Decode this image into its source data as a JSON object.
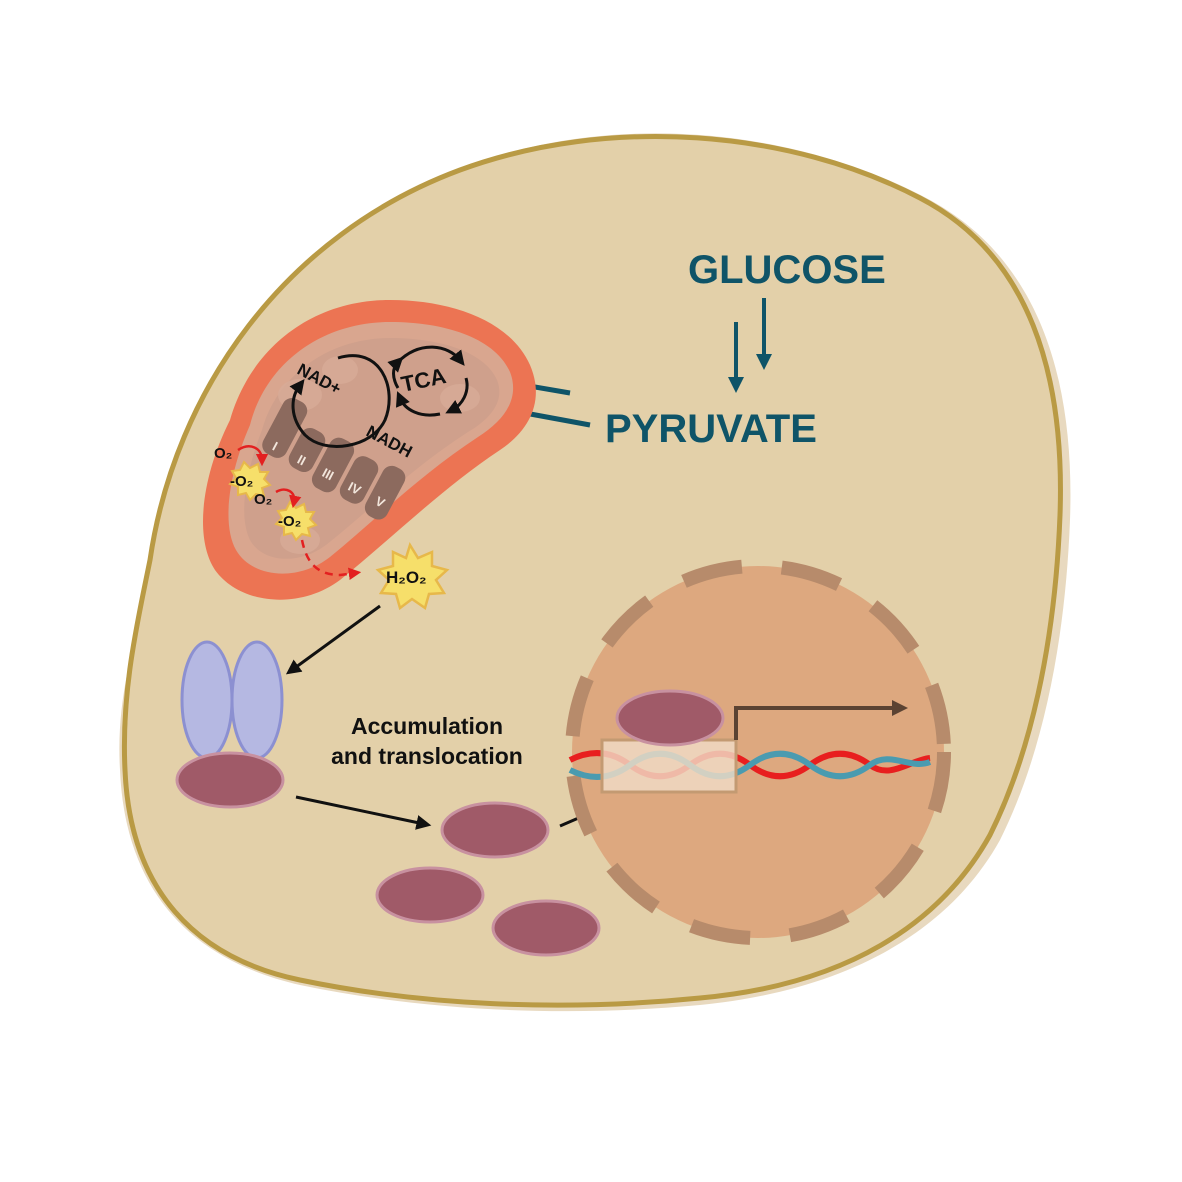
{
  "labels": {
    "glucose": "GLUCOSE",
    "pyruvate": "PYRUVATE",
    "tca": "TCA",
    "nad_plus": "NAD+",
    "nadh": "NADH",
    "o2_top": "O₂",
    "superoxide_top": "-O₂",
    "o2_bottom": "O₂",
    "superoxide_bottom": "-O₂",
    "h2o2": "H₂O₂",
    "accumulation_line1": "Accumulation",
    "accumulation_line2": "and translocation"
  },
  "complexes": [
    "I",
    "II",
    "III",
    "IV",
    "V"
  ],
  "colors": {
    "cell_fill": "#e3d0a9",
    "cell_outline": "#b99a44",
    "mito_outer": "#ec7453",
    "mito_inner": "#d9a68f",
    "mito_matrix": "#cfa08c",
    "complex": "#8c6a5e",
    "nucleus": "#dda87f",
    "nuclear_pore": "#b78b6b",
    "protein": "#a05a68",
    "protein_outline": "#c891a0",
    "keap1": "#b5b8e2",
    "arrow_teal": "#0f5468",
    "dna_red": "#e81f1f",
    "dna_teal": "#4a9bb0",
    "ros_star": "#f6df6a",
    "ros_edge": "#e7b84a",
    "ros_arrow": "#e32020"
  }
}
